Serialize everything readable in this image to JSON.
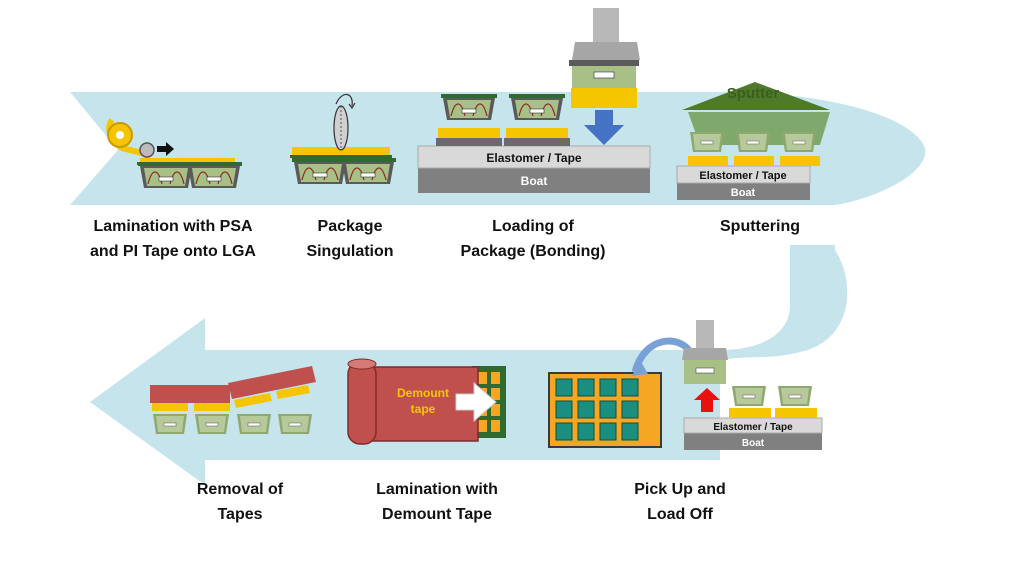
{
  "steps": {
    "lamination_psa": {
      "line1": "Lamination with PSA",
      "line2": "and PI Tape onto LGA"
    },
    "singulation": {
      "line1": "Package",
      "line2": "Singulation"
    },
    "loading": {
      "line1": "Loading of",
      "line2": "Package (Bonding)"
    },
    "sputtering": {
      "line1": "Sputtering"
    },
    "pickup": {
      "line1": "Pick Up and",
      "line2": "Load Off"
    },
    "demount": {
      "line1": "Lamination with",
      "line2": "Demount Tape"
    },
    "removal": {
      "line1": "Removal of",
      "line2": "Tapes"
    }
  },
  "labels": {
    "elastomer_tape": "Elastomer / Tape",
    "boat": "Boat",
    "sputter": "Sputter",
    "demount_tape_line1": "Demount",
    "demount_tape_line2": "tape"
  },
  "colors": {
    "flow_band": "#c5e4ec",
    "tape_yellow": "#f5c600",
    "package_green": "#a8bf86",
    "pcb_green": "#2f6b2f",
    "elastomer": "#d9d9d9",
    "boat": "#808080",
    "demount_red": "#c0504d",
    "arrow_blue": "#4472c4",
    "arrow_red": "#e8110d",
    "tray_orange": "#f5a623",
    "pocket_teal": "#1b8f7f"
  }
}
